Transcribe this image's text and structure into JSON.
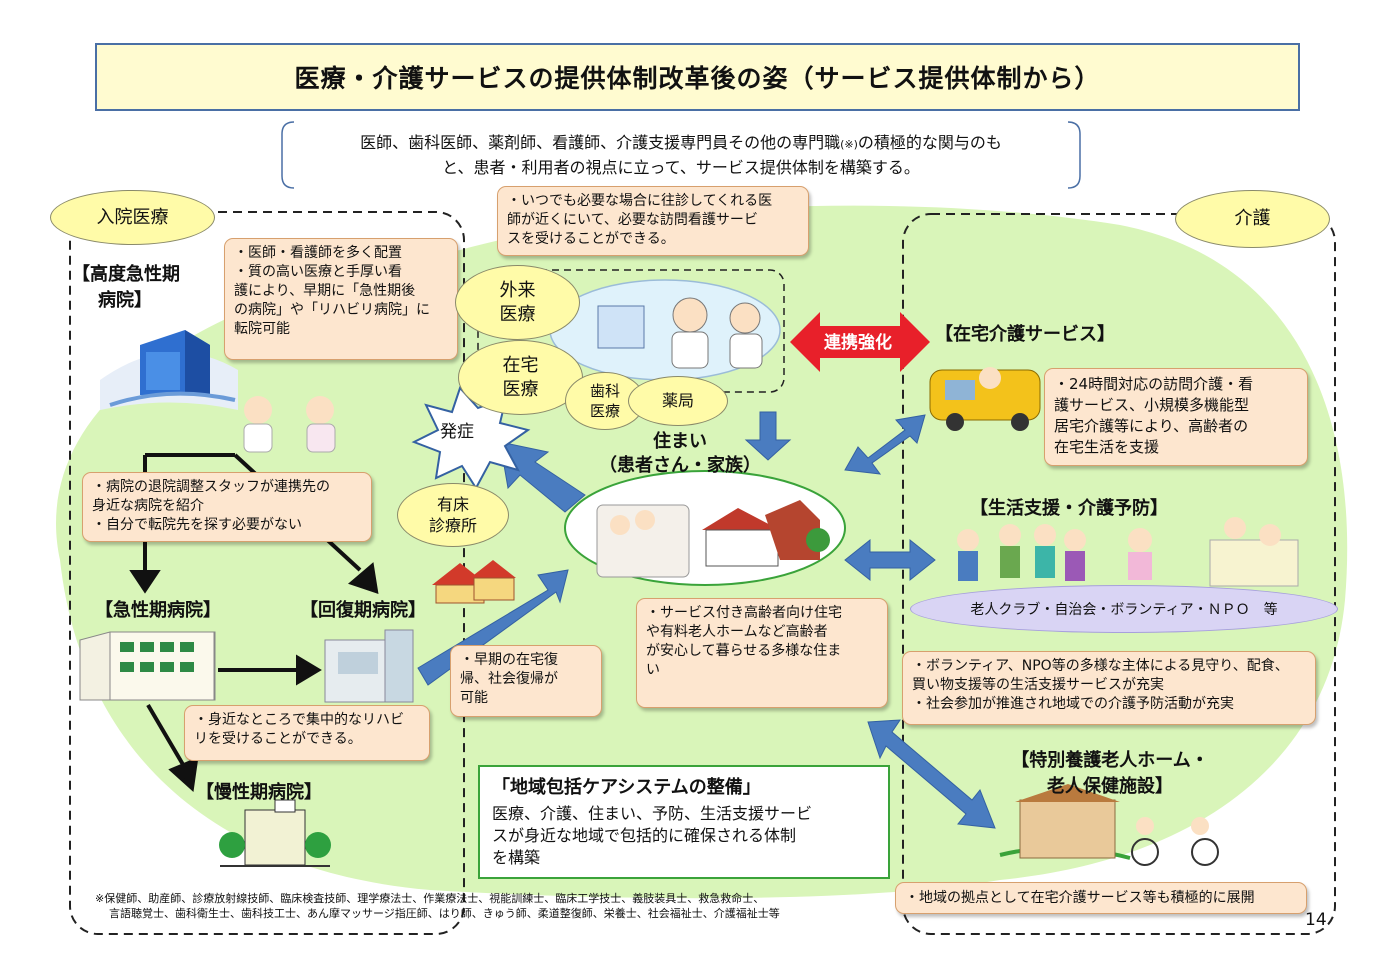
{
  "title": "医療・介護サービスの提供体制改革後の姿（サービス提供体制から）",
  "intro": {
    "line1_a": "医師、歯科医師、薬剤師、看護師、介護支援専門員その他の専門職",
    "line1_mark": "(※)",
    "line1_b": "の積極的な関与のも",
    "line2": "と、患者・利用者の視点に立って、サービス提供体制を構築する。"
  },
  "left_section": {
    "label": "入院医療",
    "advanced_hospital": [
      "【高度急性期",
      "病院】"
    ],
    "note_staff": [
      "・医師・看護師を多く配置",
      "・質の高い医療と手厚い看",
      "護により、早期に「急性期後",
      "の病院」や「リハビリ病院」に",
      "転院可能"
    ],
    "note_discharge": [
      "・病院の退院調整スタッフが連携先の",
      "身近な病院を紹介",
      "・自分で転院先を探す必要がない"
    ],
    "acute_hospital": "【急性期病院】",
    "recovery_hospital": "【回復期病院】",
    "chronic_hospital": "【慢性期病院】",
    "note_rehab": [
      "・身近なところで集中的なリハビ",
      "リを受けることができる。"
    ]
  },
  "center_section": {
    "note_visit": [
      "・いつでも必要な場合に往診してくれる医",
      "師が近くにいて、必要な訪問看護サービ",
      "スを受けることができる。"
    ],
    "outpatient": [
      "外来",
      "医療"
    ],
    "home_medical": [
      "在宅",
      "医療"
    ],
    "dental": [
      "歯科",
      "医療"
    ],
    "pharmacy": "薬局",
    "onset": "発症",
    "clinic": [
      "有床",
      "診療所"
    ],
    "housing": [
      "住まい",
      "（患者さん・家族）"
    ],
    "note_early": [
      "・早期の在宅復",
      "帰、社会復帰が",
      "可能"
    ],
    "note_housing": [
      "・サービス付き高齢者向け住宅",
      "や有料老人ホームなど高齢者",
      "が安心して暮らせる多様な住ま",
      "い"
    ],
    "green_title": "「地域包括ケアシステムの整備」",
    "green_body": [
      "医療、介護、住まい、予防、生活支援サービ",
      "スが身近な地域で包括的に確保される体制",
      "を構築"
    ]
  },
  "right_section": {
    "label": "介護",
    "cooperation": "連携強化",
    "home_care": "【在宅介護サービス】",
    "note_home_care": [
      "・24時間対応の訪問介護・看",
      "護サービス、小規模多機能型",
      "居宅介護等により、高齢者の",
      "在宅生活を支援"
    ],
    "life_support": "【生活支援・介護予防】",
    "groups": "老人クラブ・自治会・ボランティア・ＮＰＯ　等",
    "note_volunteer": [
      "・ボランティア、NPO等の多様な主体による見守り、配食、",
      "買い物支援等の生活支援サービスが充実",
      "・社会参加が推進され地域での介護予防活動が充実"
    ],
    "nursing_home": [
      "【特別養護老人ホーム・",
      "老人保健施設】"
    ],
    "note_base": "・地域の拠点として在宅介護サービス等も積極的に展開"
  },
  "footnote": [
    "※保健師、助産師、診療放射線技師、臨床検査技師、理学療法士、作業療法士、視能訓練士、臨床工学技士、義肢装具士、救急救命士、",
    "言語聴覚士、歯科衛生士、歯科技工士、あん摩マッサージ指圧師、はり師、きゅう師、柔道整復師、栄養士、社会福祉士、介護福祉士等"
  ],
  "page_number": "14",
  "colors": {
    "green_area": "#d9f5b9",
    "arrow_blue": "#4a7cc0",
    "arrow_red": "#e8202a",
    "note_fill": "#fde6cf",
    "oval_fill": "#fffba8"
  }
}
